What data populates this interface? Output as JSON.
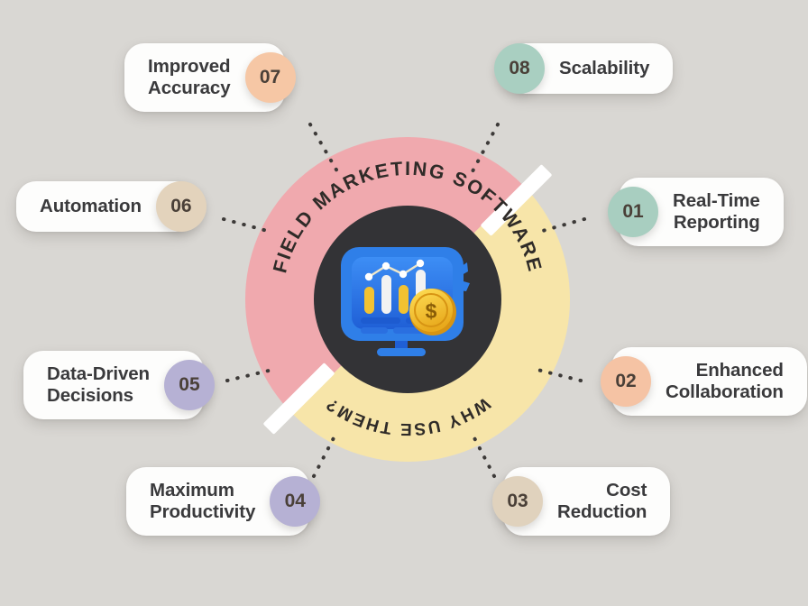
{
  "background_color": "#d9d7d3",
  "center": {
    "ring_outer_text": "FIELD MARKETING SOFTWARE",
    "ring_inner_text": "WHY USE THEM?",
    "ring_top_color": "#f0a9ae",
    "ring_bottom_color": "#f7e5a9",
    "hub_color": "#333336",
    "divider_color": "#ffffff",
    "icon_name": "analytics-monitor-icon",
    "icon_alt": "Monitor with bar chart, line graph, gear and dollar coin"
  },
  "items": [
    {
      "number": "01",
      "label": "Real-Time\nReporting",
      "badge_color": "#a8cec0",
      "side": "right",
      "name": "item-real-time-reporting"
    },
    {
      "number": "02",
      "label": "Enhanced\nCollaboration",
      "badge_color": "#f5c3a4",
      "side": "right",
      "name": "item-enhanced-collaboration"
    },
    {
      "number": "03",
      "label": "Cost\nReduction",
      "badge_color": "#e0d2bd",
      "side": "right",
      "name": "item-cost-reduction"
    },
    {
      "number": "04",
      "label": "Maximum\nProductivity",
      "badge_color": "#b6b1d4",
      "side": "left",
      "name": "item-maximum-productivity"
    },
    {
      "number": "05",
      "label": "Data-Driven\nDecisions",
      "badge_color": "#b6b1d4",
      "side": "left",
      "name": "item-data-driven-decisions"
    },
    {
      "number": "06",
      "label": "Automation",
      "badge_color": "#e3d3bc",
      "side": "left",
      "name": "item-automation"
    },
    {
      "number": "07",
      "label": "Improved\nAccuracy",
      "badge_color": "#f6c7a5",
      "side": "left",
      "name": "item-improved-accuracy"
    },
    {
      "number": "08",
      "label": "Scalability",
      "badge_color": "#a9cfc1",
      "side": "right",
      "name": "item-scalability"
    }
  ]
}
